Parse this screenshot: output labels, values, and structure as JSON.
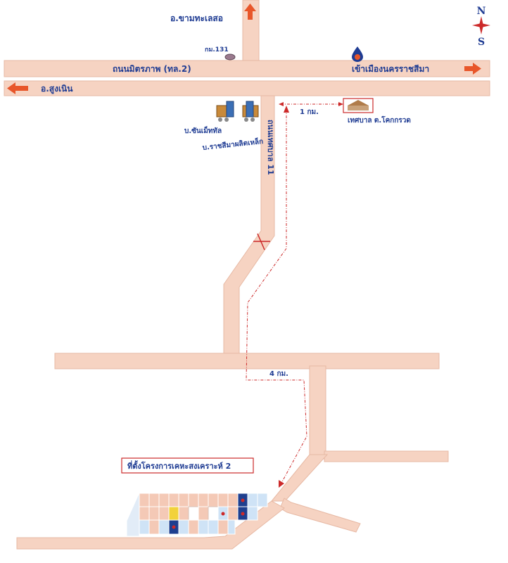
{
  "labels": {
    "north_district": "อ.ขามทะเลสอ",
    "km_marker": "กม.131",
    "highway_main": "ถนนมิตรภาพ (ทล.2)",
    "to_city": "เข้าเมืองนครราชสีมา",
    "west_district": "อ.สูงเนิน",
    "company_1": "บ.ซันเม็ททัล",
    "company_2": "บ.ราชสีมาผลิตเหล็ก",
    "side_road": "ถนนเทศบาล 11",
    "distance_1": "1 กม.",
    "municipality": "เทศบาล ต.โคกกรวด",
    "distance_4": "4 กม.",
    "project_site": "ที่ตั้งโครงการเคหะสงเคราะห์ 2"
  },
  "compass": {
    "north": "N",
    "south": "S"
  },
  "colors": {
    "road": "#f6d3c2",
    "road_edge": "#e7b9a4",
    "arrow": "#e8562a",
    "label": "#1f3c93",
    "route": "#cc2a2a",
    "site_box": "#cc2a2a"
  },
  "icons": [
    "arrow-up-icon",
    "arrow-right-icon",
    "arrow-left-icon",
    "compass-icon",
    "ptt-station-icon",
    "factory-icon",
    "temple-icon",
    "crossing-icon"
  ]
}
